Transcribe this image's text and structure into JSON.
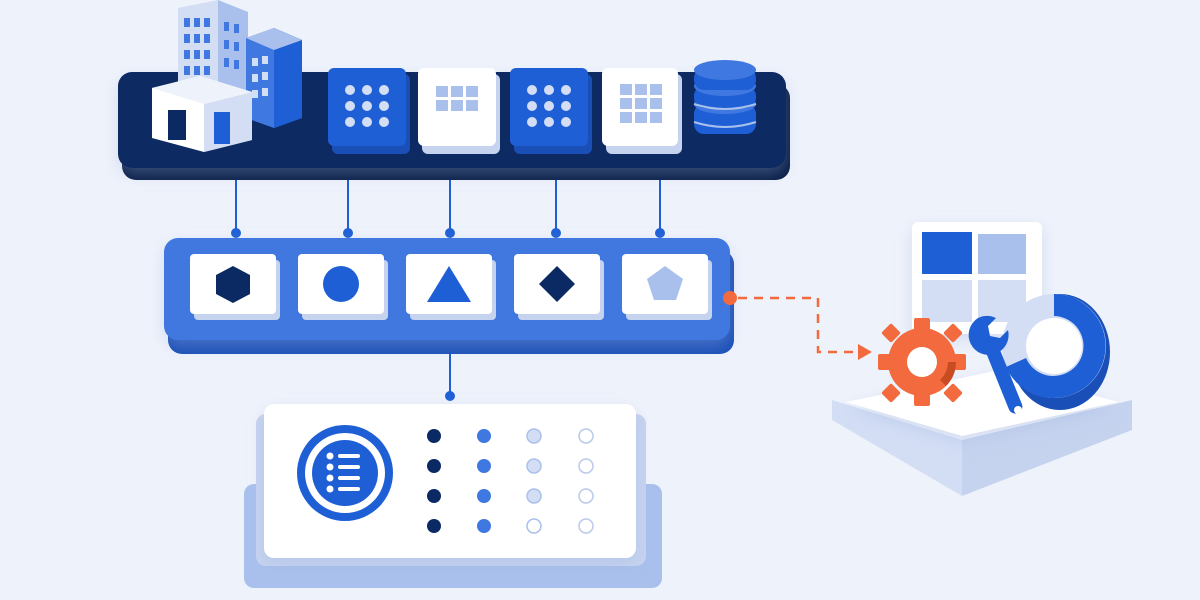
{
  "colors": {
    "background": "#eef2fb",
    "navy": "#0b2a63",
    "navy_dark": "#061b45",
    "blue": "#1f5fd6",
    "blue_mid": "#3f78e0",
    "blue_light": "#a9c0ec",
    "blue_pale": "#d3def5",
    "white": "#ffffff",
    "orange": "#f26a3d",
    "shadow": "#c9d5ee"
  },
  "top_platform": {
    "icons": [
      "office-buildings-icon",
      "dot-grid-tile-icon",
      "window-grid-tile-icon",
      "dot-grid-tile-icon",
      "window-grid-tile-icon",
      "database-stack-icon"
    ]
  },
  "middle_platform": {
    "shapes": [
      "hexagon",
      "circle",
      "triangle",
      "diamond",
      "pentagon"
    ]
  },
  "bottom_card": {
    "icon": "list-circle-icon",
    "dot_columns": [
      {
        "state": "filled-dark",
        "count": 4
      },
      {
        "state": "filled-mid",
        "count": 4
      },
      {
        "state": "light",
        "count": 3
      },
      {
        "state": "outline",
        "count": 4
      }
    ]
  },
  "right_panel": {
    "icons": [
      "window-grid-icon",
      "gear-icon",
      "wrench-icon",
      "donut-chart-icon"
    ],
    "donut_fraction": 0.7
  },
  "connector": {
    "style": "dashed",
    "arrow": "arrow-right-icon"
  }
}
